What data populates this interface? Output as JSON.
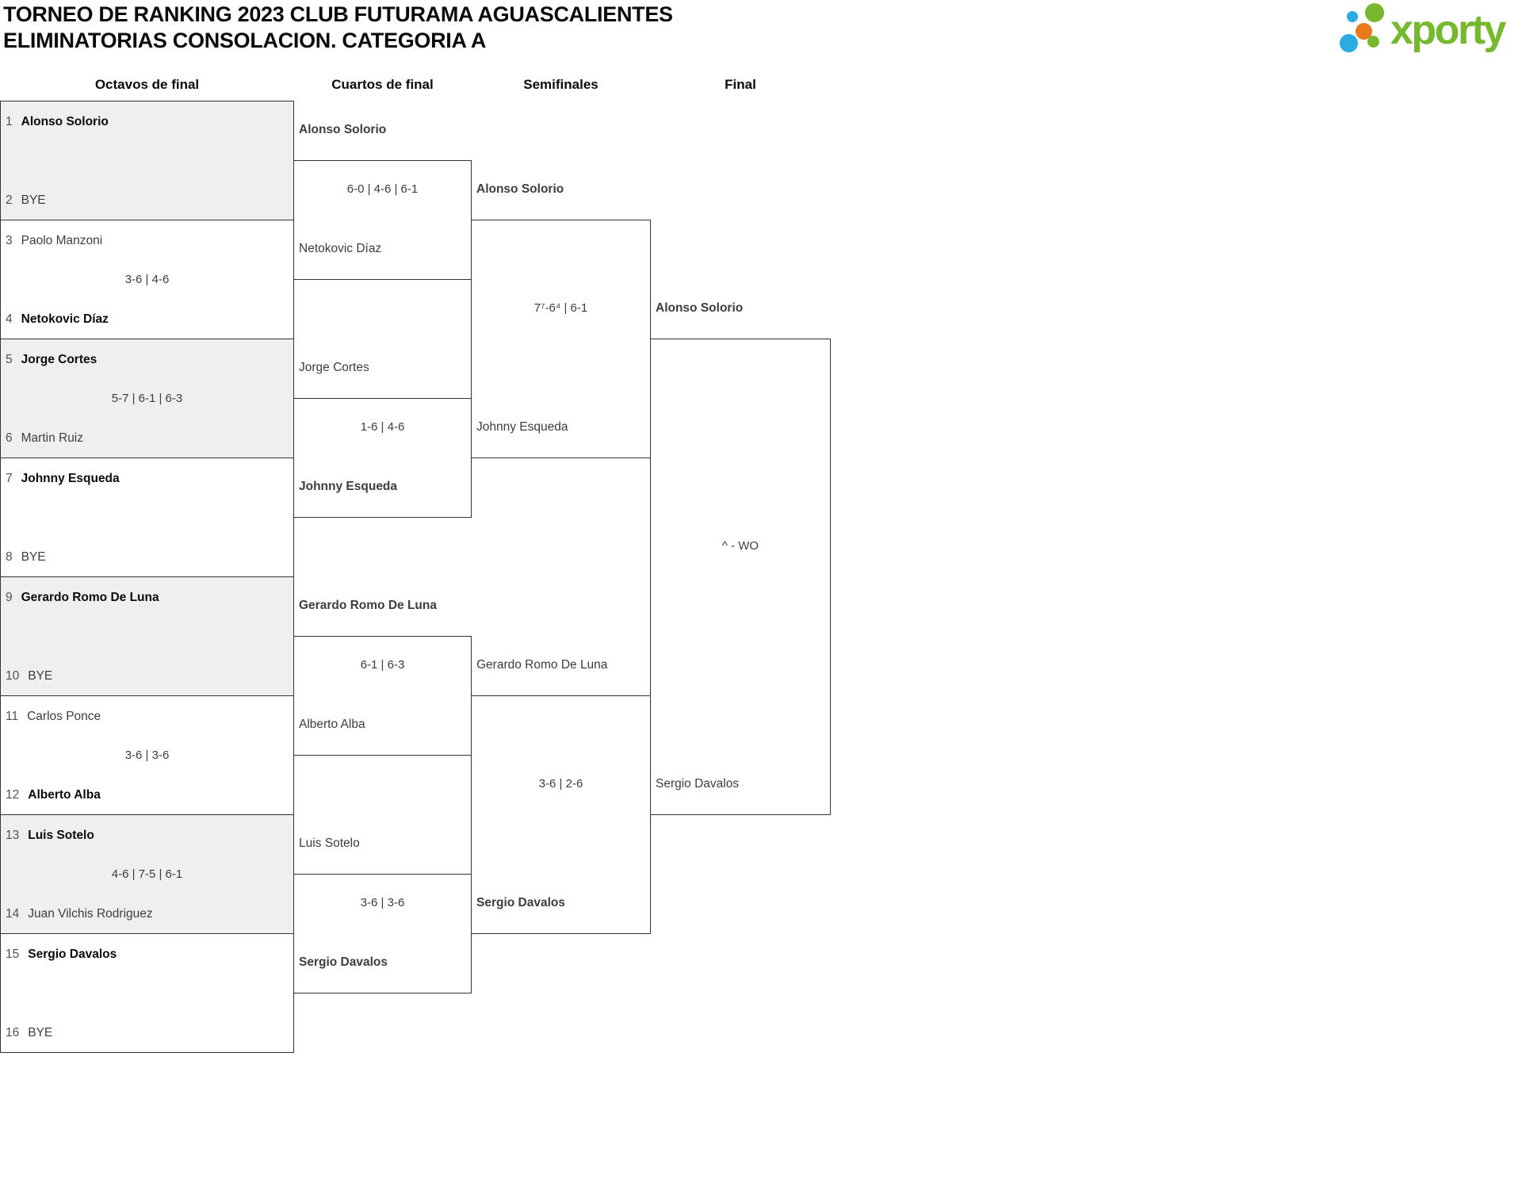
{
  "title": {
    "line1": "TORNEO DE RANKING 2023 CLUB FUTURAMA AGUASCALIENTES",
    "line2": "ELIMINATORIAS CONSOLACION. CATEGORIA A"
  },
  "logo": {
    "brand": "xporty",
    "colors": {
      "green": "#76b82e",
      "blue": "#2aabe2",
      "orange": "#e8791e"
    }
  },
  "headers": [
    "Octavos de final",
    "Cuartos de final",
    "Semifinales",
    "Final"
  ],
  "r16": [
    {
      "s1": "1",
      "p1": "Alonso Solorio",
      "w1": true,
      "score": "",
      "s2": "2",
      "p2": "BYE",
      "w2": false
    },
    {
      "s1": "3",
      "p1": "Paolo Manzoni",
      "w1": false,
      "score": "3-6 | 4-6",
      "s2": "4",
      "p2": "Netokovic Díaz",
      "w2": true
    },
    {
      "s1": "5",
      "p1": "Jorge Cortes",
      "w1": true,
      "score": "5-7 | 6-1 | 6-3",
      "s2": "6",
      "p2": "Martin Ruiz",
      "w2": false
    },
    {
      "s1": "7",
      "p1": "Johnny Esqueda",
      "w1": true,
      "score": "",
      "s2": "8",
      "p2": "BYE",
      "w2": false
    },
    {
      "s1": "9",
      "p1": "Gerardo Romo De Luna",
      "w1": true,
      "score": "",
      "s2": "10",
      "p2": "BYE",
      "w2": false
    },
    {
      "s1": "11",
      "p1": "Carlos Ponce",
      "w1": false,
      "score": "3-6 | 3-6",
      "s2": "12",
      "p2": "Alberto Alba",
      "w2": true
    },
    {
      "s1": "13",
      "p1": "Luis Sotelo",
      "w1": true,
      "score": "4-6 | 7-5 | 6-1",
      "s2": "14",
      "p2": "Juan Vilchis Rodriguez",
      "w2": false
    },
    {
      "s1": "15",
      "p1": "Sergio Davalos",
      "w1": true,
      "score": "",
      "s2": "16",
      "p2": "BYE",
      "w2": false
    }
  ],
  "qf": [
    {
      "p1": "Alonso Solorio",
      "w1": true,
      "score": "6-0 | 4-6 | 6-1",
      "p2": "Netokovic Díaz",
      "w2": false
    },
    {
      "p1": "Jorge Cortes",
      "w1": false,
      "score": "1-6 | 4-6",
      "p2": "Johnny Esqueda",
      "w2": true
    },
    {
      "p1": "Gerardo Romo De Luna",
      "w1": true,
      "score": "6-1 | 6-3",
      "p2": "Alberto Alba",
      "w2": false
    },
    {
      "p1": "Luis Sotelo",
      "w1": false,
      "score": "3-6 | 3-6",
      "p2": "Sergio Davalos",
      "w2": true
    }
  ],
  "sf": [
    {
      "p1": "Alonso Solorio",
      "w1": true,
      "score": "7⁷-6⁴ | 6-1",
      "p2": "Johnny Esqueda",
      "w2": false
    },
    {
      "p1": "Gerardo Romo De Luna",
      "w1": false,
      "score": "3-6 | 2-6",
      "p2": "Sergio Davalos",
      "w2": true
    }
  ],
  "final": {
    "p1": "Alonso Solorio",
    "w1": true,
    "score": "^ - WO",
    "p2": "Sergio Davalos",
    "w2": false
  }
}
